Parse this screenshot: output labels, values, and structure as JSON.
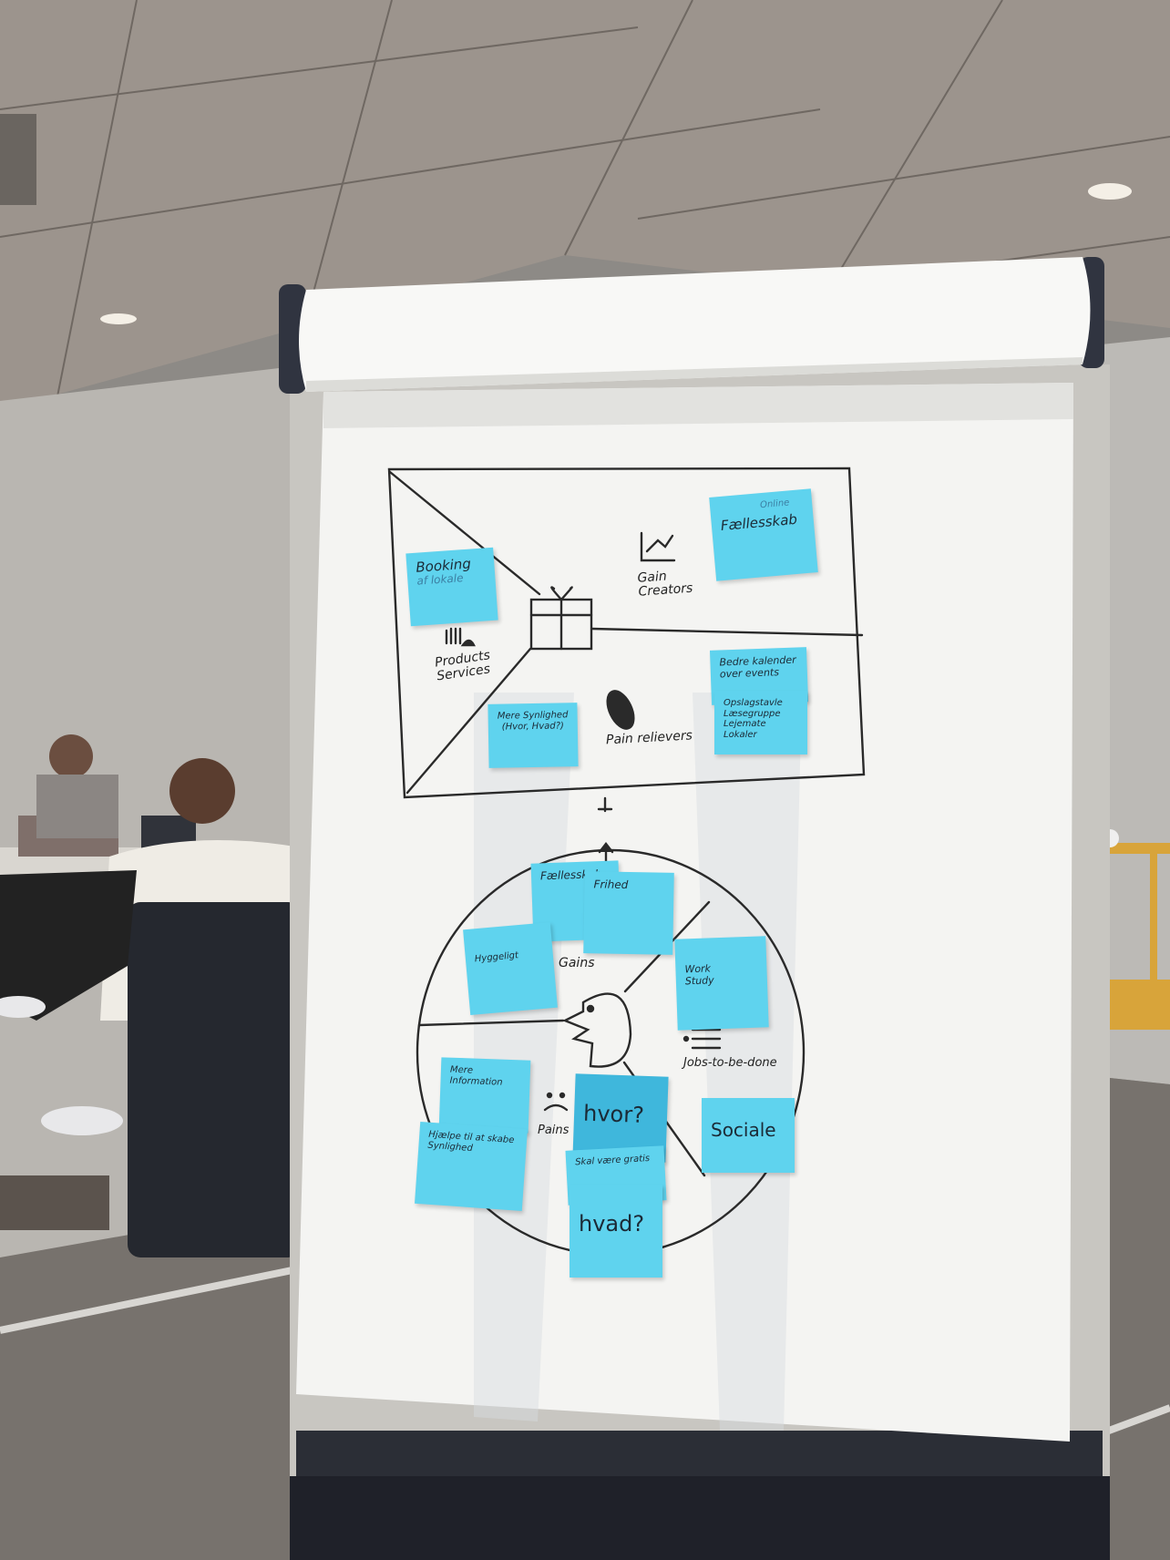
{
  "notes": {
    "booking_title": "Booking",
    "booking_sub": "af lokale",
    "fallesskab_sub": "Online",
    "fallesskab_title": "Fællesskab",
    "mere_synlighed": "Mere Synlighed (Hvor, Hvad?)",
    "bedre_kalender": "Bedre kalender over events",
    "opslagstavle": "Opslagstavle Læsegruppe Lejemate Lokaler",
    "faellesskab_circle": "Fællesskab",
    "frihed": "Frihed",
    "hygge": "Hyggeligt",
    "work_study": "Work Study",
    "mere_info": "Mere Information",
    "hjaelpe": "Hjælpe til at skabe Synlighed",
    "hvor": "hvor?",
    "sociale": "Sociale",
    "skal_vaere": "Skal være gratis",
    "hvad": "hvad?"
  },
  "labels": {
    "gain_creators": "Gain Creators",
    "products_services": "Products Services",
    "pain_relievers": "Pain relievers",
    "gains": "Gains",
    "jobs_to_be_done": "Jobs-to-be-done",
    "pains": "Pains"
  },
  "colors": {
    "sticky_note": "#5fd3ee",
    "paper": "#f7f7f5",
    "marker": "#2a2a2a"
  }
}
